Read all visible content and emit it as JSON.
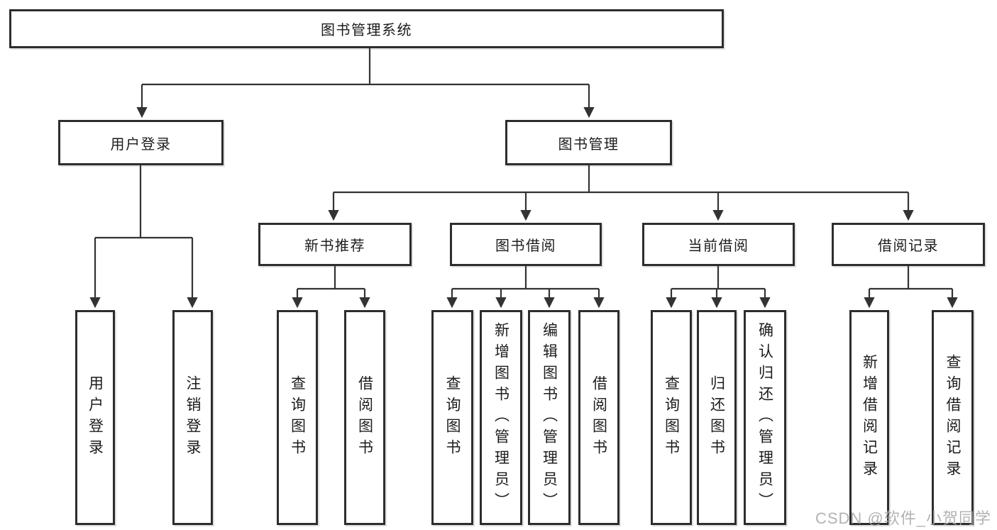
{
  "watermark": "CSDN @软件_小贺同学",
  "colors": {
    "line": "#333333",
    "border": "#2d2d2d",
    "text": "#1c1c1c",
    "watermark": "#a6a6a6",
    "background": "#ffffff"
  },
  "tree": {
    "root": {
      "label": "图书管理系统",
      "children": [
        {
          "label": "用户登录",
          "children": [
            {
              "label": "用户登录"
            },
            {
              "label": "注销登录"
            }
          ]
        },
        {
          "label": "图书管理",
          "children": [
            {
              "label": "新书推荐",
              "children": [
                {
                  "label": "查询图书"
                },
                {
                  "label": "借阅图书"
                }
              ]
            },
            {
              "label": "图书借阅",
              "children": [
                {
                  "label": "查询图书"
                },
                {
                  "label": "新增图书（管理员）"
                },
                {
                  "label": "编辑图书（管理员）"
                },
                {
                  "label": "借阅图书"
                }
              ]
            },
            {
              "label": "当前借阅",
              "children": [
                {
                  "label": "查询图书"
                },
                {
                  "label": "归还图书"
                },
                {
                  "label": "确认归还（管理员）"
                }
              ]
            },
            {
              "label": "借阅记录",
              "children": [
                {
                  "label": "新增借阅记录"
                },
                {
                  "label": "查询借阅记录"
                }
              ]
            }
          ]
        }
      ]
    }
  }
}
